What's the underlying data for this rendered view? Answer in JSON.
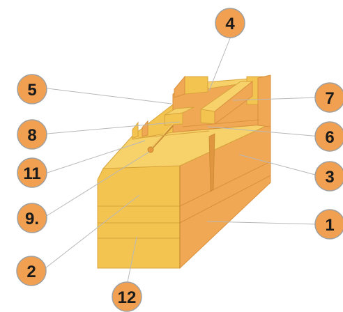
{
  "colors": {
    "front_face": "#f4c451",
    "front_face_shadow": "#e9b545",
    "side_face": "#f0a855",
    "top_face": "#f7d16a",
    "edge": "#c98a33",
    "callout_fill": "#f0a050",
    "callout_stroke": "#a0a0a0",
    "leader_line": "#b8b8b8"
  },
  "callouts": [
    {
      "id": "c1",
      "label": "1"
    },
    {
      "id": "c2",
      "label": "2"
    },
    {
      "id": "c3",
      "label": "3"
    },
    {
      "id": "c4",
      "label": "4"
    },
    {
      "id": "c5",
      "label": "5"
    },
    {
      "id": "c6",
      "label": "6"
    },
    {
      "id": "c7",
      "label": "7"
    },
    {
      "id": "c8",
      "label": "8"
    },
    {
      "id": "c9",
      "label": "9."
    },
    {
      "id": "c11",
      "label": "11"
    },
    {
      "id": "c12",
      "label": "12"
    }
  ]
}
